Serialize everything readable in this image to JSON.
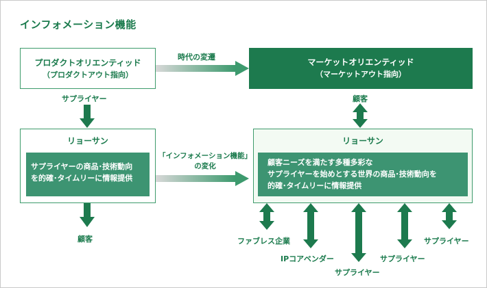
{
  "title": "インフォメーション機能",
  "left_top": {
    "line1": "プロダクトオリエンティッド",
    "line2": "（プロダクトアウト指向）"
  },
  "right_top": {
    "line1": "マーケットオリエンティッド",
    "line2": "（マーケットアウト指向）"
  },
  "arrow_top_label": "時代の変遷",
  "arrow_mid_label": {
    "line1": "「インフォメーション機能」",
    "line2": "の変化"
  },
  "supplier_label": "サプライヤー",
  "customer_top": "顧客",
  "left_mid": {
    "header": "リョーサン",
    "line1": "サプライヤーの商品･技術動向",
    "line2": "を的確･タイムリーに情報提供"
  },
  "right_mid": {
    "header": "リョーサン",
    "line1": "顧客ニーズを満たす多種多彩な",
    "line2": "サプライヤーを始めとする世界の商品･技術動向を",
    "line3": "的確･タイムリーに情報提供"
  },
  "customer_bottom": "顧客",
  "partners": [
    "ファブレス企業",
    "IPコアベンダー",
    "サプライヤー",
    "サプライヤー",
    "サプライヤー"
  ],
  "colors": {
    "green_dark": "#1d7a4e",
    "green_text": "#1a7a4c",
    "green_inner": "#3d9472",
    "gray_arrow": "#c9c9c9"
  }
}
